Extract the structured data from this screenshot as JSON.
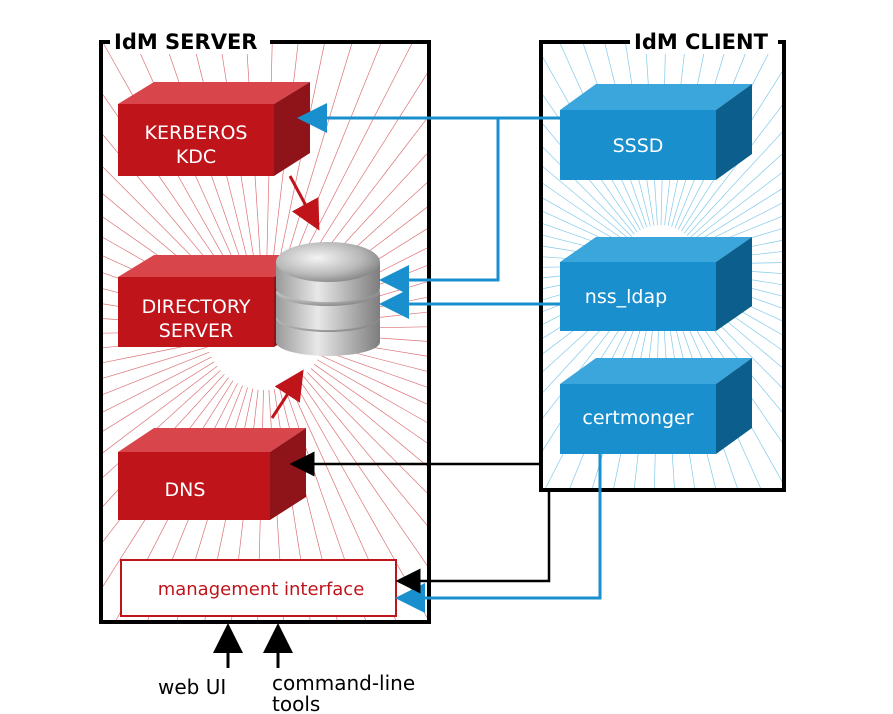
{
  "server": {
    "title": "IdM SERVER",
    "kerberos_line1": "KERBEROS",
    "kerberos_line2": "KDC",
    "directory_line1": "DIRECTORY",
    "directory_line2": "SERVER",
    "dns": "DNS",
    "management": "management interface"
  },
  "client": {
    "title": "IdM CLIENT",
    "sssd": "SSSD",
    "nss_ldap": "nss_ldap",
    "certmonger": "certmonger"
  },
  "access": {
    "web_ui": "web UI",
    "cli_line1": "command-line",
    "cli_line2": "tools"
  },
  "colors": {
    "server_red": "#c0141b",
    "client_blue": "#1a8fce",
    "arrow_blue": "#1a8fce",
    "arrow_black": "#000000"
  }
}
